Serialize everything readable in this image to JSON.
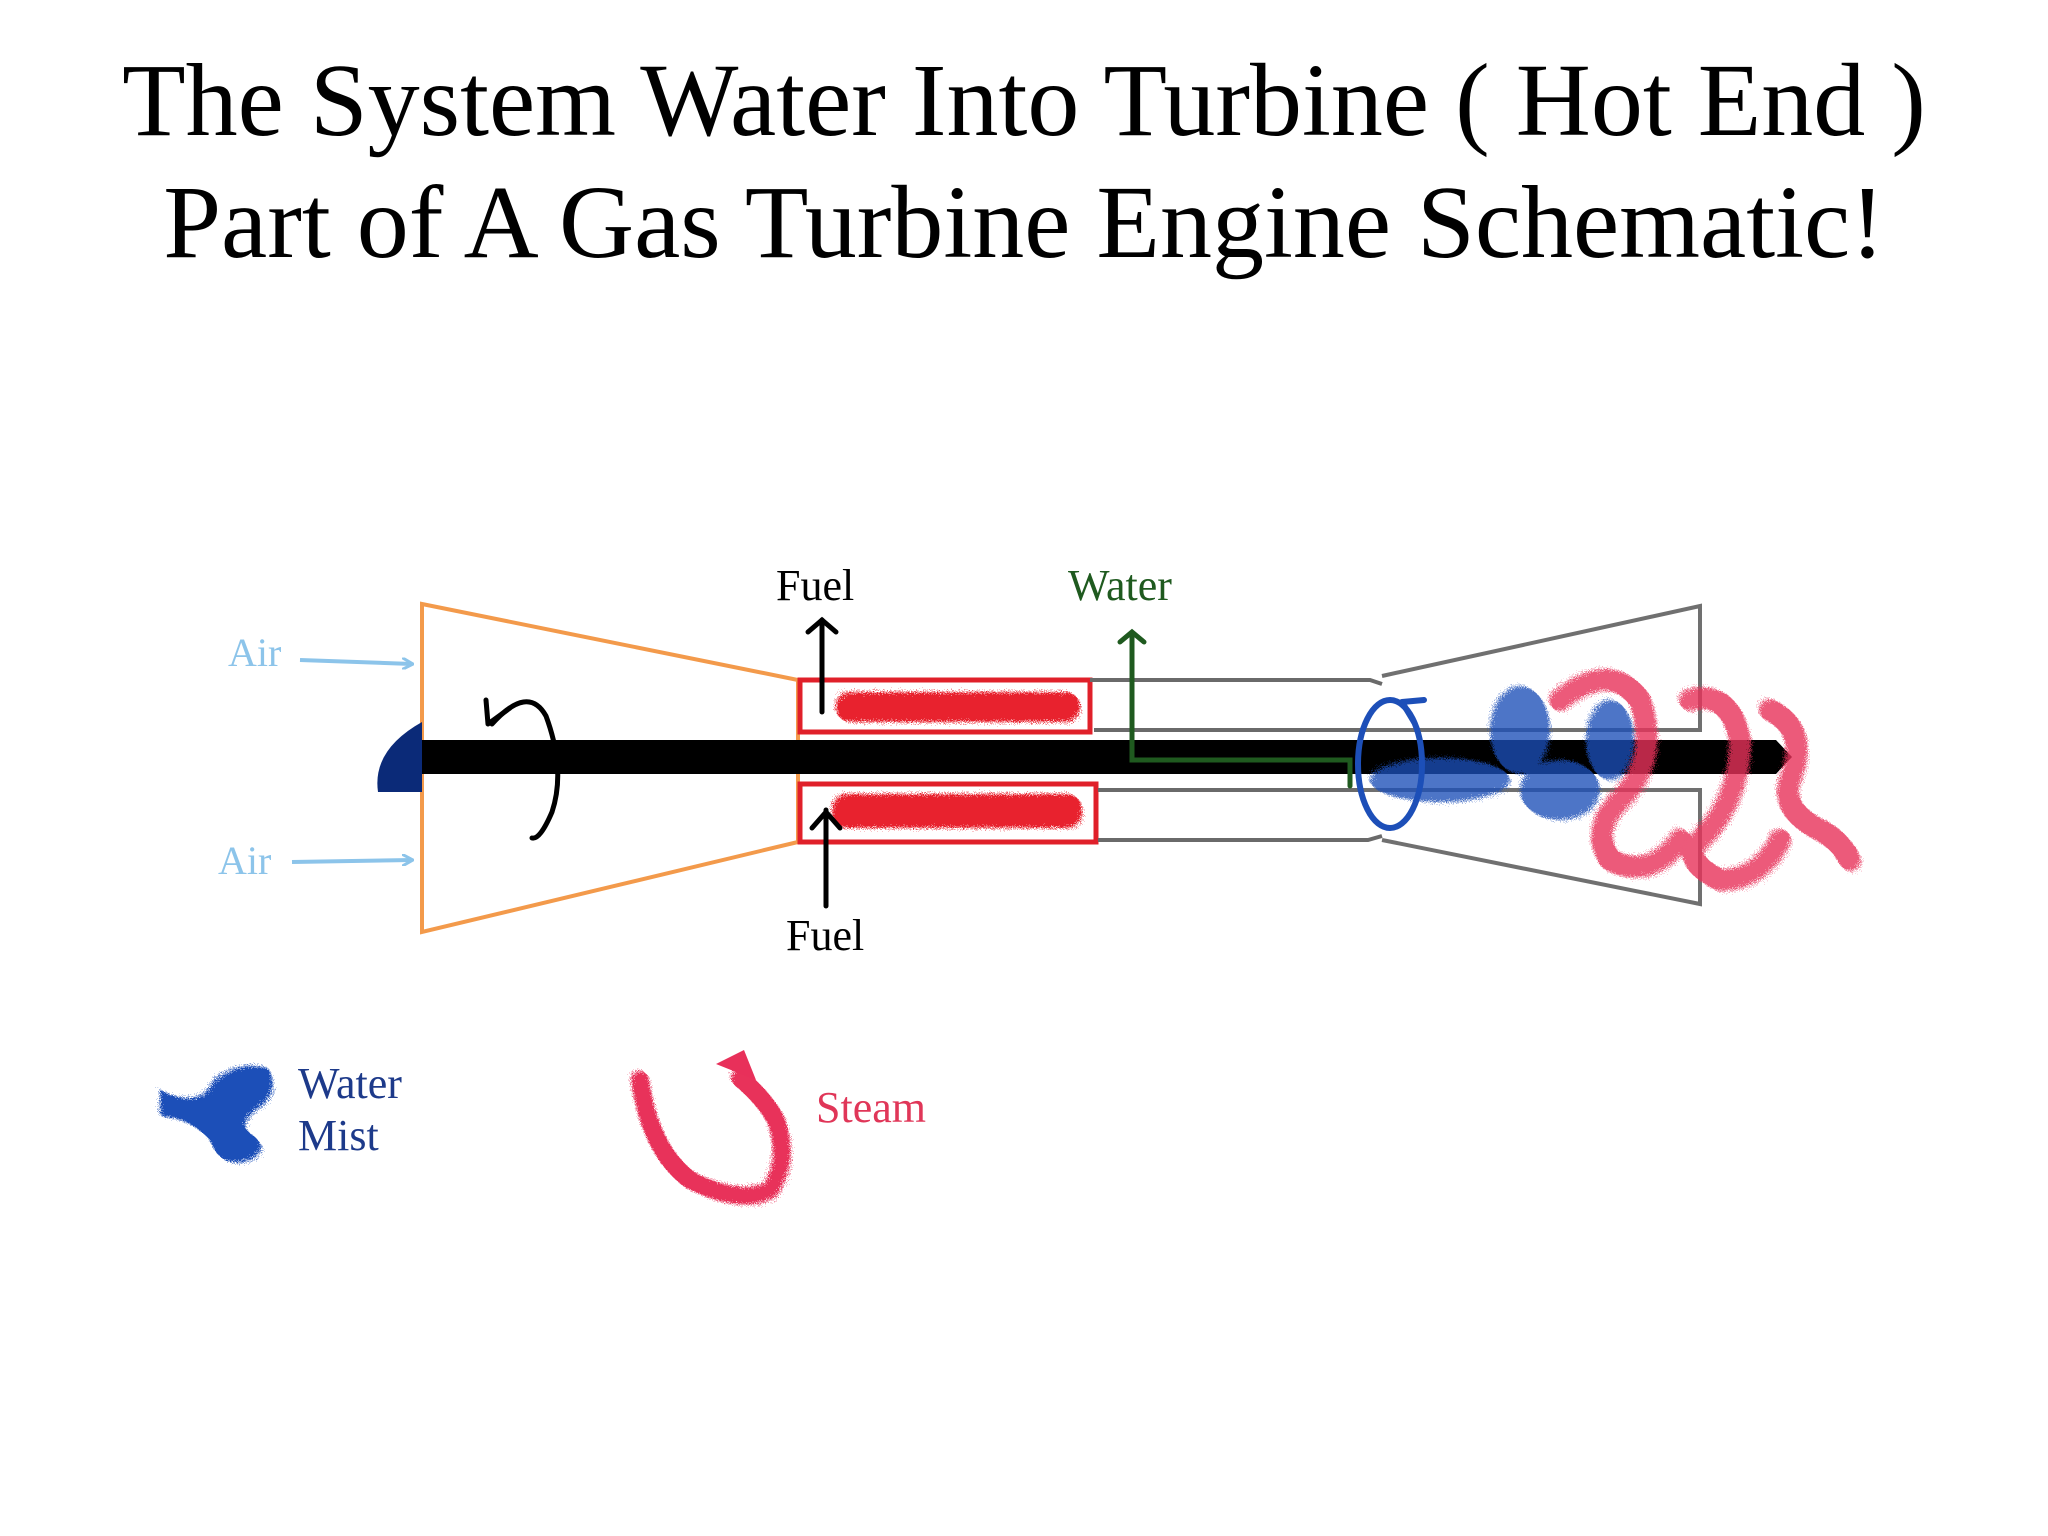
{
  "title": {
    "line1": "The System Water Into Turbine ( Hot End )",
    "line2": "Part of A Gas Turbine Engine Schematic!"
  },
  "diagram": {
    "labels": {
      "air_top": "Air",
      "air_bottom": "Air",
      "fuel_top": "Fuel",
      "fuel_bottom": "Fuel",
      "water": "Water"
    },
    "legend": {
      "water_mist_line1": "Water",
      "water_mist_line2": "Mist",
      "steam": "Steam"
    },
    "colors": {
      "compressor": "#f39a4b",
      "combustor": "#e0202a",
      "flame": "#e8202e",
      "shaft": "#000000",
      "nose_cone": "#0b2a78",
      "air": "#8cc4ea",
      "water_line": "#1f5a1f",
      "water_mist": "#1d4fb8",
      "steam": "#e8305a",
      "turbine_outline": "#707070"
    }
  }
}
